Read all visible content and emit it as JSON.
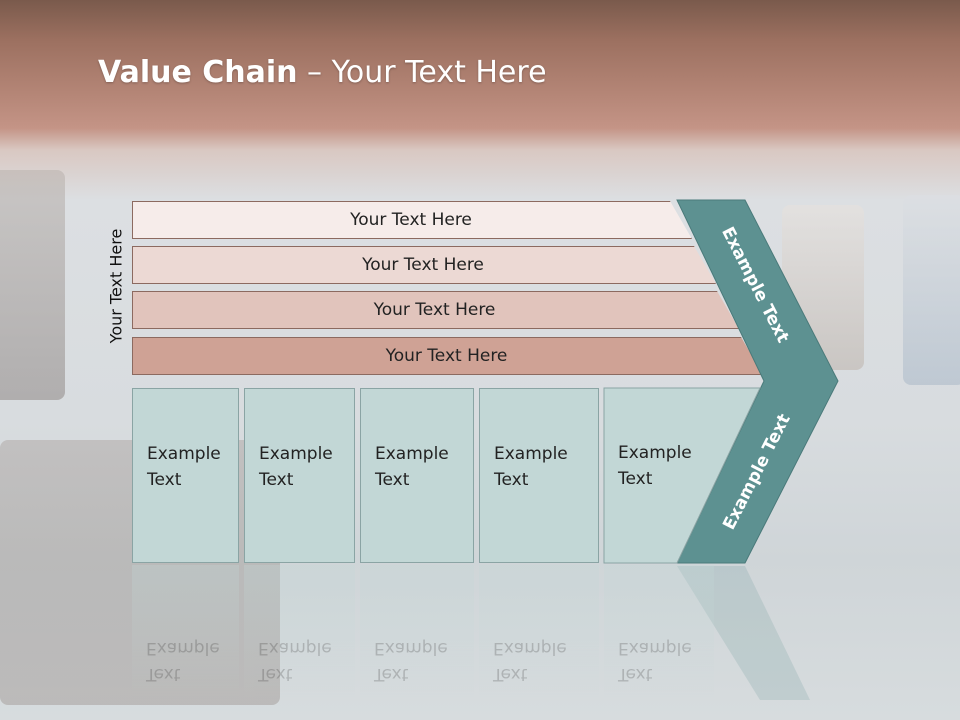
{
  "title": {
    "bold": "Value Chain",
    "rest": " – Your Text Here"
  },
  "side_label": "Your Text Here",
  "bands": [
    {
      "label": "Your Text Here",
      "color": "#f6ecea"
    },
    {
      "label": "Your Text Here",
      "color": "#ecd9d4"
    },
    {
      "label": "Your Text Here",
      "color": "#e1c4bc"
    },
    {
      "label": "Your Text Here",
      "color": "#cfa295"
    }
  ],
  "boxes": [
    {
      "line1": "Example",
      "line2": "Text"
    },
    {
      "line1": "Example",
      "line2": "Text"
    },
    {
      "line1": "Example",
      "line2": "Text"
    },
    {
      "line1": "Example",
      "line2": "Text"
    },
    {
      "line1": "Example",
      "line2": "Text"
    }
  ],
  "arrow": {
    "upper_label": "Example Text",
    "lower_label": "Example Text",
    "color": "#5d9191"
  }
}
